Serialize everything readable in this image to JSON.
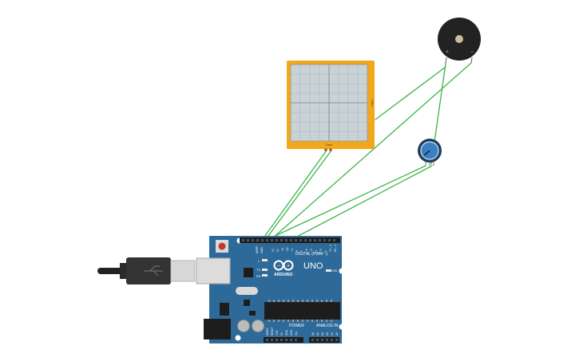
{
  "colors": {
    "background": "#ffffff",
    "wire": "#3bb54a",
    "board": "#2e6a99",
    "board_dark": "#1f4d73",
    "oscilloscope_frame": "#f2a81d",
    "oscilloscope_screen": "#c9d2d6",
    "buzzer": "#222222",
    "pot_body": "#3a7fc1"
  },
  "oscilloscope": {
    "side_label": "Volts",
    "bottom_label": "Time"
  },
  "buzzer": {
    "plus": "+",
    "minus": "−"
  },
  "arduino": {
    "logo": "UNO",
    "brand": "ARDUINO",
    "digital_label": "DIGITAL (PWM ~)",
    "power_label": "POWER",
    "analog_label": "ANALOG IN",
    "tx": "TX",
    "rx": "RX",
    "l_led": "L",
    "on_led": "ON",
    "aref": "AREF",
    "gnd": "GND",
    "digital_pins": [
      "13",
      "12",
      "~11",
      "~10",
      "~9",
      "8",
      "7",
      "~6",
      "~5",
      "4",
      "~3",
      "2",
      "TX→1",
      "RX←0"
    ],
    "power_pins": [
      "IOREF",
      "RESET",
      "3.3V",
      "5V",
      "GND",
      "GND",
      "Vin"
    ],
    "analog_pins": [
      "A0",
      "A1",
      "A2",
      "A3",
      "A4",
      "A5"
    ]
  },
  "usb_cable": {
    "icon": "usb-plug-icon"
  }
}
